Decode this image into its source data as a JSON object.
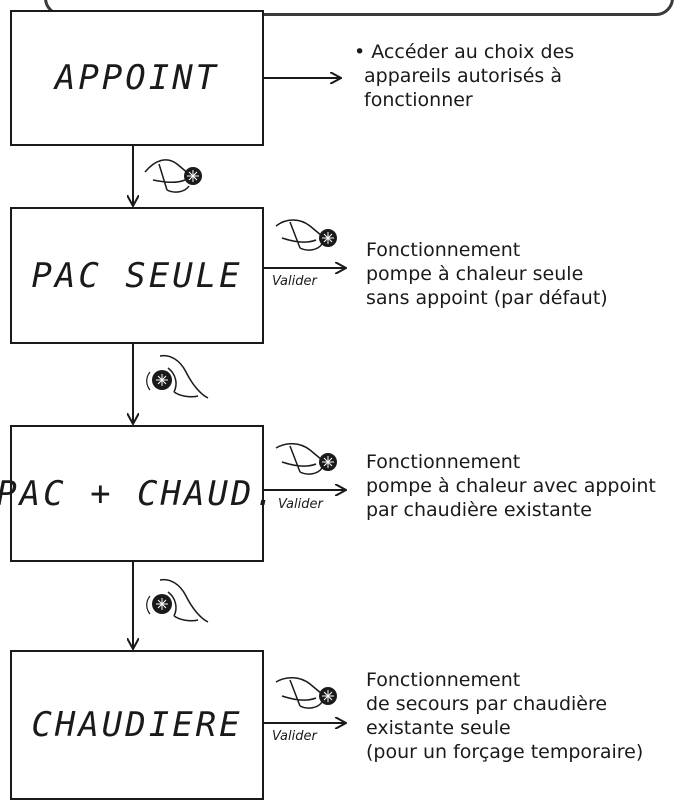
{
  "states": [
    {
      "label": "APPOINT"
    },
    {
      "label": "PAC SEULE"
    },
    {
      "label": "PAC + CHAUD."
    },
    {
      "label": "CHAUDIERE"
    }
  ],
  "intro_description": {
    "bullet": "•",
    "lines": [
      "Accéder au choix des",
      "appareils autorisés à",
      "fonctionner"
    ]
  },
  "validate_label": "Valider",
  "outcomes": [
    {
      "lines": [
        "Fonctionnement",
        "pompe à chaleur seule",
        "sans appoint (par défaut)"
      ]
    },
    {
      "lines": [
        "Fonctionnement",
        "pompe à chaleur avec appoint",
        "par chaudière existante"
      ]
    },
    {
      "lines": [
        "Fonctionnement",
        "de secours par chaudière",
        "existante seule",
        "(pour un forçage temporaire)"
      ]
    }
  ],
  "icons": {
    "press": "hand-press-knob-icon",
    "turn": "hand-turn-knob-icon"
  }
}
